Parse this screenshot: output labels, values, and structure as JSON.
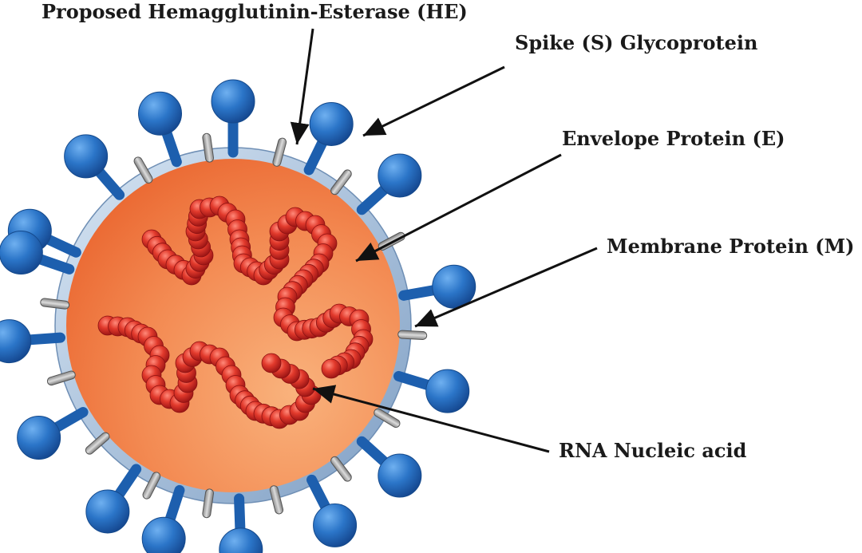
{
  "diagram": {
    "labels": {
      "hemagglutinin_esterase": "Proposed Hemagglutinin-Esterase (HE)",
      "spike": "Spike (S) Glycoprotein",
      "envelope": "Envelope Protein (E)",
      "membrane": "Membrane Protein (M)",
      "rna": "RNA Nucleic acid"
    },
    "colors": {
      "core": "#f2874f",
      "membrane": "#9cb6d2",
      "spike": "#2a70c2",
      "hemagglutinin": "#a9a9a9",
      "rna": "#d22626",
      "arrow": "#111111"
    }
  }
}
